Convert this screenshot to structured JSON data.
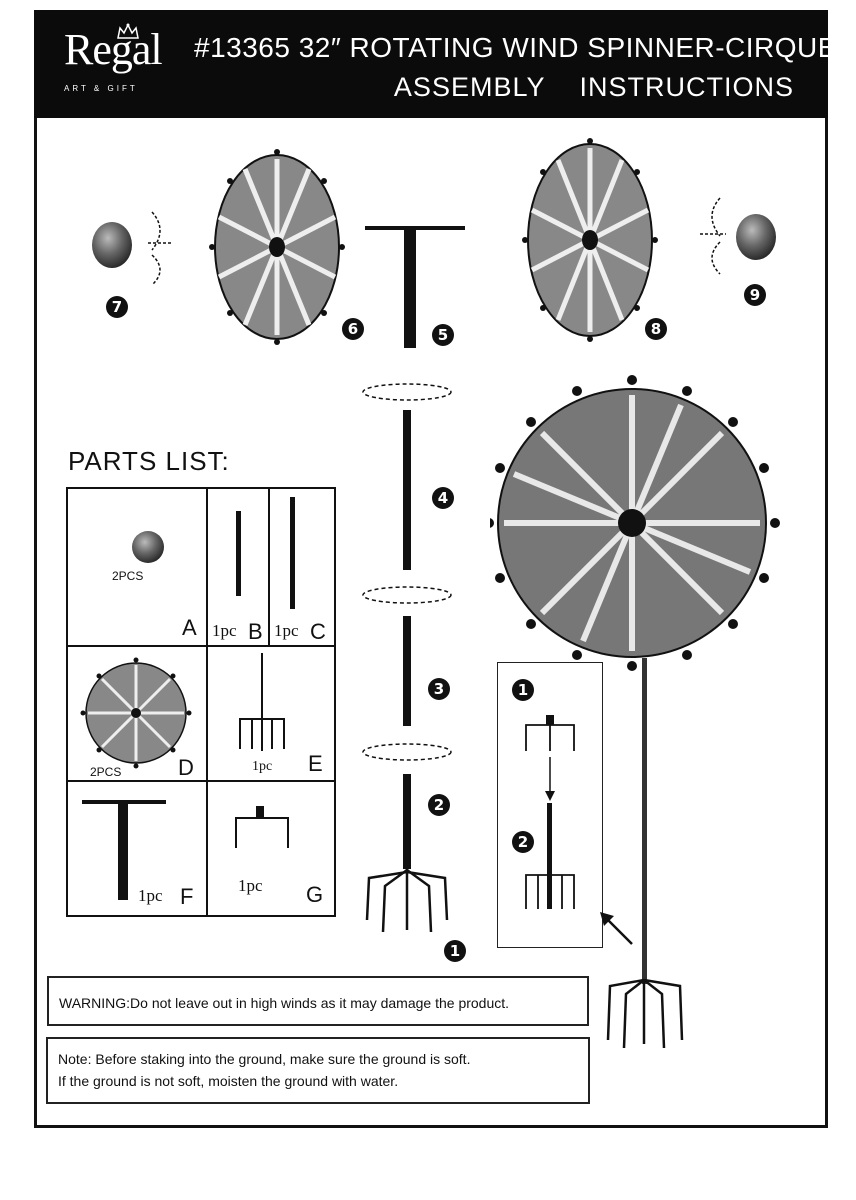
{
  "header": {
    "brand": "Regal",
    "brand_sub": "ART & GIFT",
    "title_line1": "#13365  32″  ROTATING WIND SPINNER-CIRQUE",
    "title_line2": "ASSEMBLY INSTRUCTIONS"
  },
  "steps": {
    "s1": "1",
    "s2": "2",
    "s3": "3",
    "s4": "4",
    "s5": "5",
    "s6": "6",
    "s7": "7",
    "s8": "8",
    "s9": "9",
    "inset1": "1",
    "inset2": "2"
  },
  "parts_list": {
    "title": "PARTS LIST:",
    "items": [
      {
        "letter": "A",
        "qty": "2PCS"
      },
      {
        "letter": "B",
        "qty": "1pc"
      },
      {
        "letter": "C",
        "qty": "1pc"
      },
      {
        "letter": "D",
        "qty": "2PCS"
      },
      {
        "letter": "E",
        "qty": "1pc"
      },
      {
        "letter": "F",
        "qty": "1pc"
      },
      {
        "letter": "G",
        "qty": "1pc"
      }
    ]
  },
  "warning": "WARNING:Do not leave out in high winds as it may damage the product.",
  "note_line1": "Note: Before staking into the ground, make sure the ground is soft.",
  "note_line2": "If the ground is not soft, moisten the ground with water.",
  "icons": [
    "crown-icon",
    "rotate-arrow-icon",
    "arrow-icon"
  ]
}
